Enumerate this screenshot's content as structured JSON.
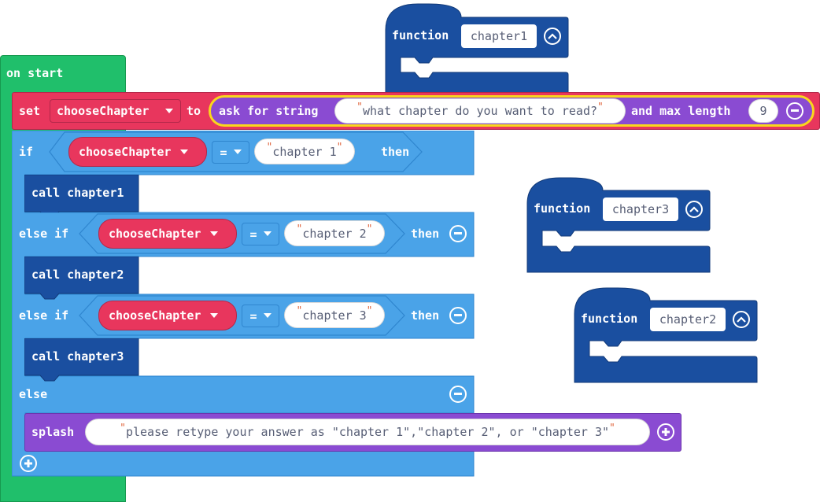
{
  "functions": [
    {
      "keyword": "function",
      "name": "chapter1"
    },
    {
      "keyword": "function",
      "name": "chapter3"
    },
    {
      "keyword": "function",
      "name": "chapter2"
    }
  ],
  "on_start": {
    "label": "on start",
    "set_block": {
      "set_label": "set",
      "variable": "chooseChapter",
      "to_label": "to",
      "ask": {
        "label": "ask for string",
        "prompt": "what chapter do you want to read?",
        "max_label": "and max length",
        "max_value": "9"
      }
    },
    "if_block": {
      "if_label": "if",
      "else_if_label": "else if",
      "else_label": "else",
      "then_label": "then",
      "conditions": [
        {
          "variable": "chooseChapter",
          "operator": "=",
          "value": "chapter 1",
          "call": "call chapter1"
        },
        {
          "variable": "chooseChapter",
          "operator": "=",
          "value": "chapter 2",
          "call": "call chapter2"
        },
        {
          "variable": "chooseChapter",
          "operator": "=",
          "value": "chapter 3",
          "call": "call chapter3"
        }
      ],
      "splash": {
        "label": "splash",
        "text": "please retype your answer as \"chapter 1\",\"chapter 2\", or \"chapter 3\""
      }
    }
  },
  "icons": {
    "collapse": "chevron-up-icon",
    "remove": "minus-icon",
    "add": "plus-icon",
    "dropdown": "triangle-down-icon"
  },
  "colors": {
    "events_green": "#20bf6b",
    "variables_red": "#e8365d",
    "logic_blue": "#4aa3e8",
    "functions_navy": "#1a4fa0",
    "text_purple": "#8a4bd2"
  }
}
